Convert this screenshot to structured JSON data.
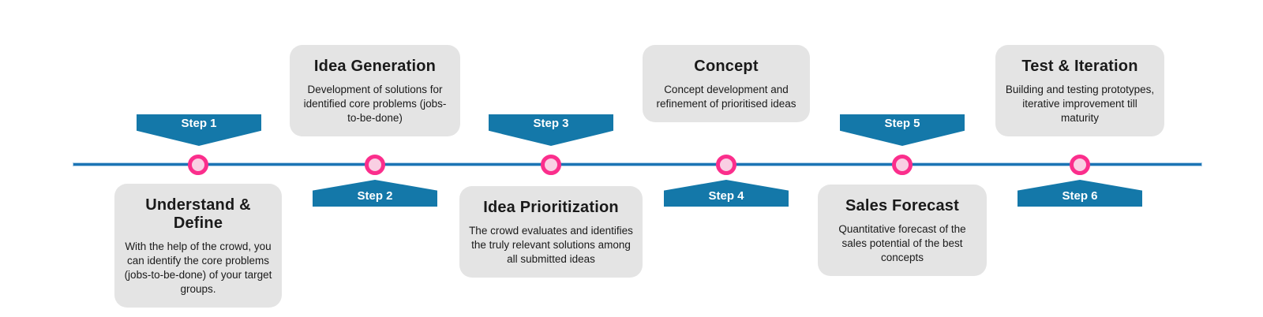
{
  "diagram_title": "Six-step crowd innovation process timeline",
  "colors": {
    "banner_blue": "#1478a9",
    "line_blue": "#1c74b4",
    "node_border_pink": "#fb2e8c",
    "node_fill_pink": "#f9cfe3",
    "box_gray": "#e4e4e4",
    "text_dark": "#1a1a1a",
    "step_label_white": "#ffffff"
  },
  "steps": [
    {
      "label": "Step 1",
      "title": "Understand & Define",
      "description": "With the help of the crowd, you can identify the core problems (jobs-to-be-done) of your target groups.",
      "box_position": "below-line"
    },
    {
      "label": "Step 2",
      "title": "Idea Generation",
      "description": "Development of solutions for identified core problems (jobs-to-be-done)",
      "box_position": "above-line"
    },
    {
      "label": "Step 3",
      "title": "Idea Prioritization",
      "description": "The crowd evaluates and identifies the truly relevant solutions among all submitted ideas",
      "box_position": "below-line"
    },
    {
      "label": "Step 4",
      "title": "Concept",
      "description": "Concept development and refinement of prioritised ideas",
      "box_position": "above-line"
    },
    {
      "label": "Step 5",
      "title": "Sales Forecast",
      "description": "Quantitative forecast of the sales potential of the best concepts",
      "box_position": "below-line"
    },
    {
      "label": "Step 6",
      "title": "Test & Iteration",
      "description": "Building and testing prototypes, iterative improvement till maturity",
      "box_position": "above-line"
    }
  ]
}
